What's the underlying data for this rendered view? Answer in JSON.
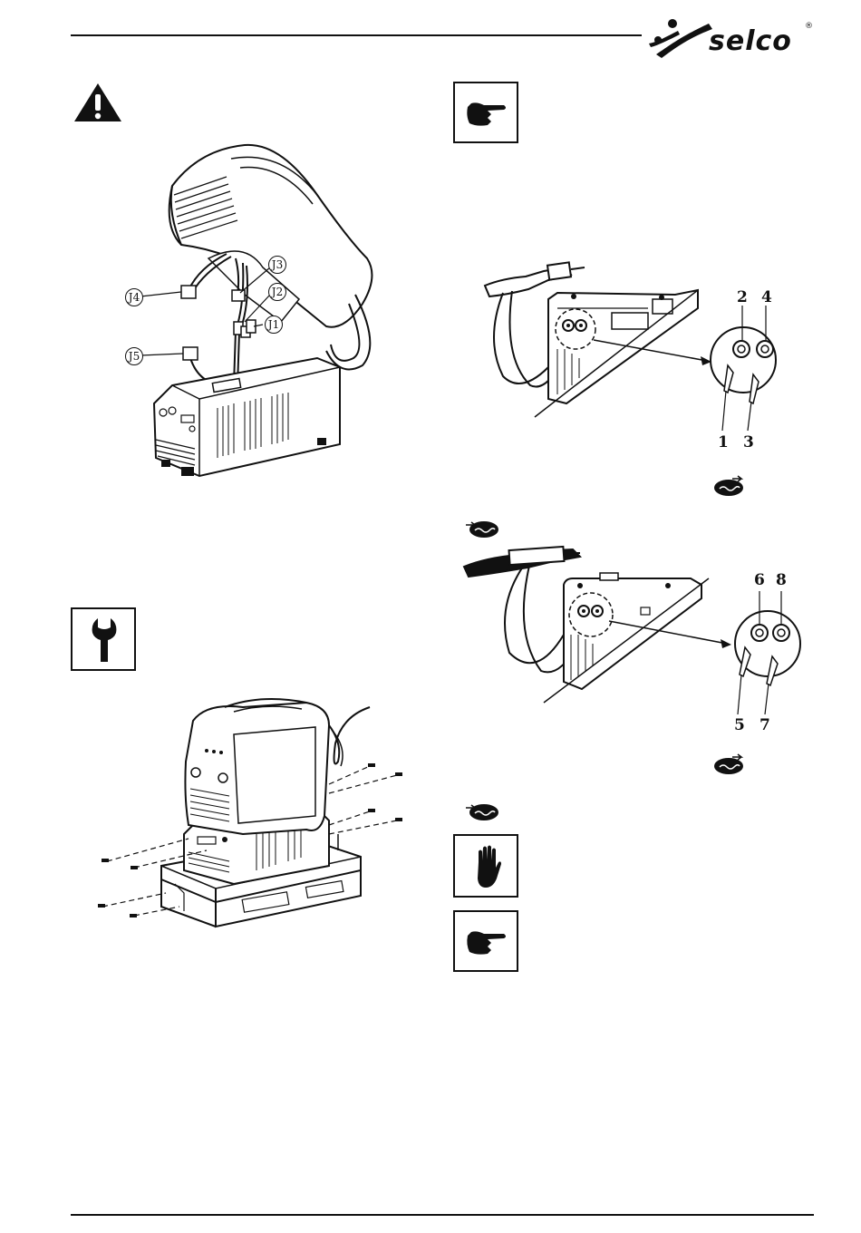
{
  "header": {
    "brand": "selco",
    "registered": "®"
  },
  "icons": {
    "warning": "warning-triangle-icon",
    "note_top": "pointing-hand-icon",
    "wrench": "wrench-icon",
    "stop": "stop-hand-icon",
    "note_bottom": "pointing-hand-icon"
  },
  "figure_labels": {
    "j1": "J1",
    "j2": "J2",
    "j3": "J3",
    "j4": "J4",
    "j5": "J5"
  },
  "connector_labels_top": {
    "n1": "1",
    "n2": "2",
    "n3": "3",
    "n4": "4"
  },
  "connector_labels_bottom": {
    "n5": "5",
    "n6": "6",
    "n7": "7",
    "n8": "8"
  }
}
